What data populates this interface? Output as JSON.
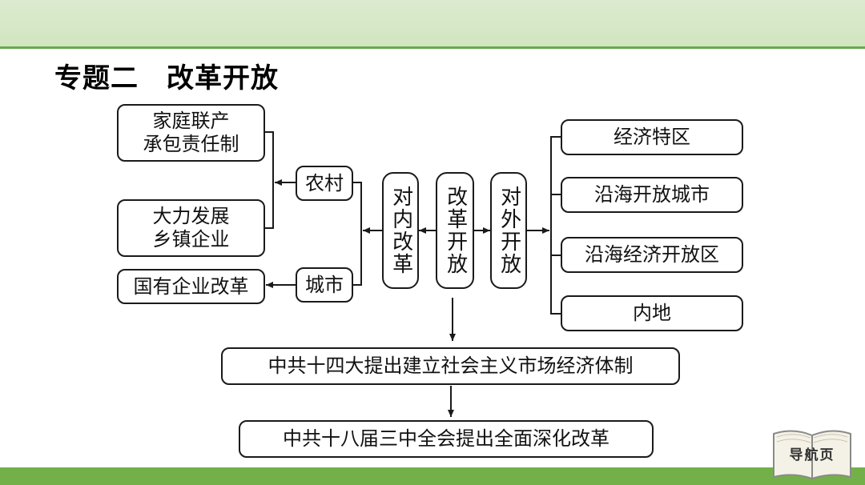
{
  "title": "专题二　改革开放",
  "diagram": {
    "center": "改革开放",
    "internal_reform": "对内改革",
    "external_opening": "对外开放",
    "rural": "农村",
    "urban": "城市",
    "rural_items": [
      "家庭联产承包责任制",
      "大力发展乡镇企业"
    ],
    "rural_item_lines": [
      [
        "家庭联产",
        "承包责任制"
      ],
      [
        "大力发展",
        "乡镇企业"
      ]
    ],
    "urban_item": "国有企业改革",
    "opening_items": [
      "经济特区",
      "沿海开放城市",
      "沿海经济开放区",
      "内地"
    ],
    "step1": "中共十四大提出建立社会主义市场经济体制",
    "step2": "中共十八届三中全会提出全面深化改革"
  },
  "nav": {
    "label": "导航页",
    "icon": "book-icon"
  },
  "colors": {
    "header_band": "#d6e8c6",
    "accent_green": "#74b04a",
    "line": "#1a1a1a"
  }
}
